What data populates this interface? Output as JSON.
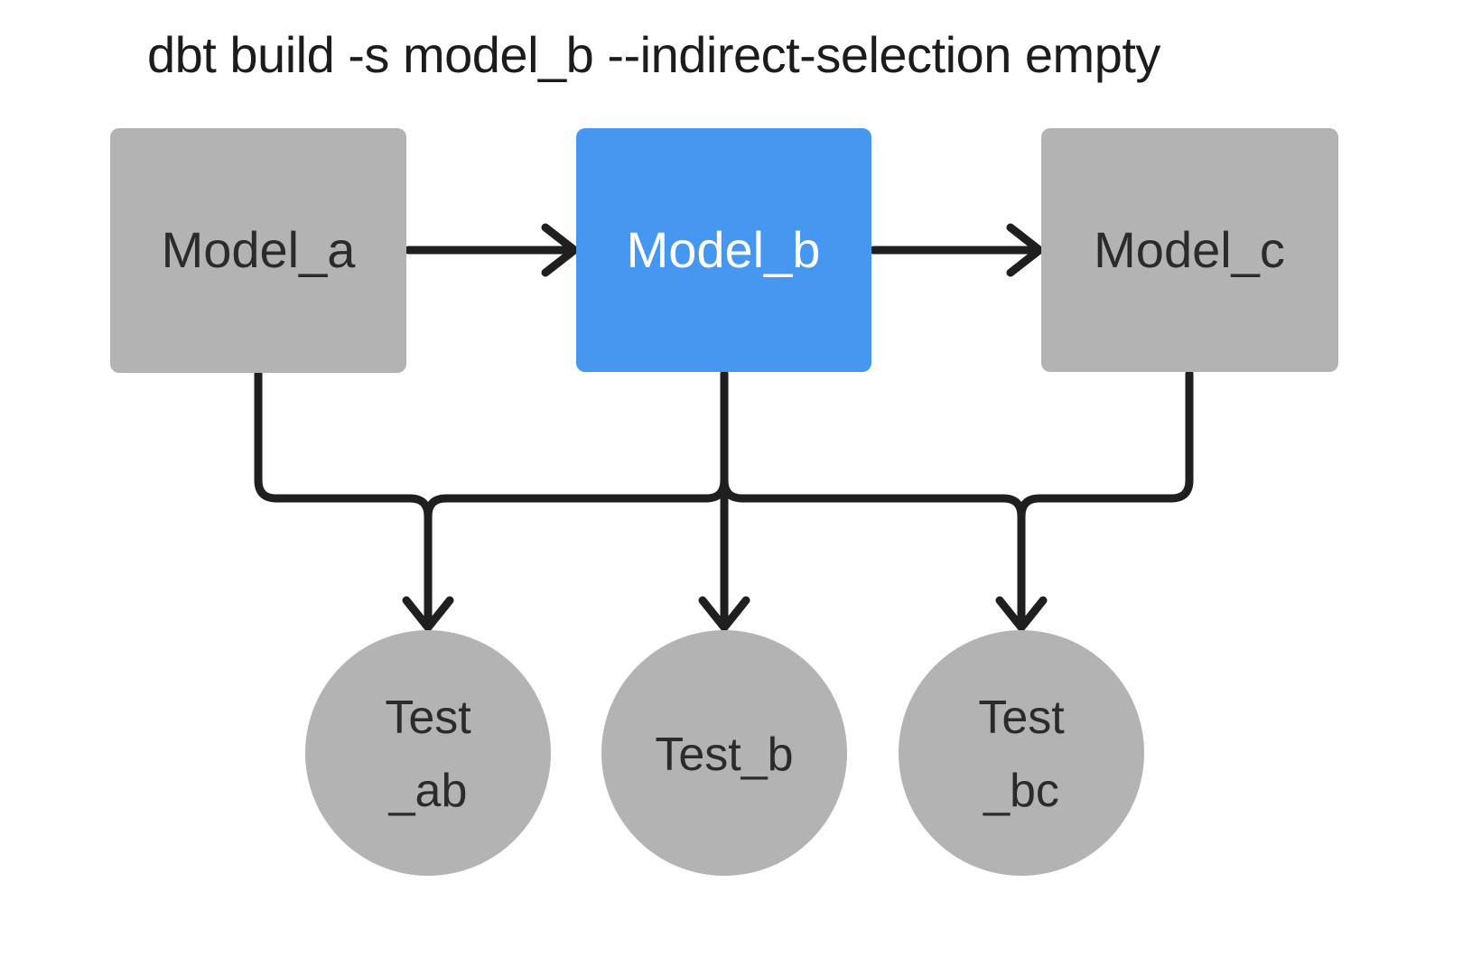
{
  "title": "dbt build -s model_b --indirect-selection empty",
  "colors": {
    "background": "#ffffff",
    "node_gray": "#b3b3b3",
    "node_selected_blue": "#4697f0",
    "edge": "#1f1f1f",
    "node_text_dark": "#2b2b2b",
    "node_text_light": "#ffffff",
    "title_text": "#1c1c1c"
  },
  "nodes": {
    "model_a": {
      "label": "Model_a",
      "type": "model"
    },
    "model_b": {
      "label": "Model_b",
      "type": "model",
      "highlighted": true
    },
    "model_c": {
      "label": "Model_c",
      "type": "model"
    },
    "test_ab": {
      "label_line1": "Test",
      "label_line2": "_ab",
      "type": "test"
    },
    "test_b": {
      "label": "Test_b",
      "type": "test"
    },
    "test_bc": {
      "label_line1": "Test",
      "label_line2": "_bc",
      "type": "test"
    }
  },
  "edges": [
    {
      "from": "Model_a",
      "to": "Model_b"
    },
    {
      "from": "Model_b",
      "to": "Model_c"
    },
    {
      "from": "Model_a",
      "to": "Test_ab"
    },
    {
      "from": "Model_b",
      "to": "Test_ab"
    },
    {
      "from": "Model_b",
      "to": "Test_b"
    },
    {
      "from": "Model_b",
      "to": "Test_bc"
    },
    {
      "from": "Model_c",
      "to": "Test_bc"
    }
  ]
}
